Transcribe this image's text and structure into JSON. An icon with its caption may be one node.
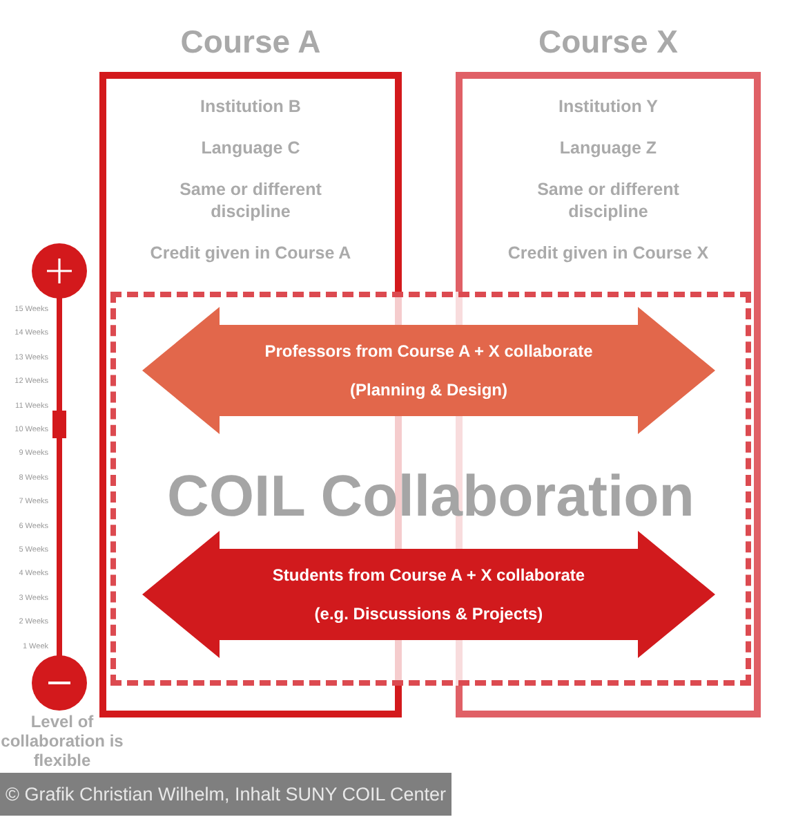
{
  "diagram": {
    "caption": "© Grafik Christian Wilhelm, Inhalt SUNY COIL Center",
    "nodes": [
      {
        "text": [
          "Course A",
          "Institution B",
          "Language C",
          "Same or different discipline",
          "Credit given in Course A"
        ]
      },
      {
        "text": [
          "Course X",
          "Institution Y",
          "Language Z",
          "Same or different discipline",
          "Credit given in Course X"
        ]
      },
      {
        "text": [
          "COIL Collaboration"
        ]
      }
    ],
    "edges": [
      {
        "from": 0,
        "to": 1,
        "arrow": "both",
        "label": "Professors from Course A + X collaborate (Planning & Design)",
        "style": "thick",
        "color": "#e2674b"
      },
      {
        "from": 0,
        "to": 1,
        "arrow": "both",
        "label": "Students from Course A + X collaborate (e.g. Discussions & Projects)",
        "style": "thick"
      }
    ],
    "labels": [
      "15 Weeks",
      "14 Weeks",
      "13 Weeks",
      "12 Weeks",
      "11 Weeks",
      "10 Weeks",
      "9 Weeks",
      "8 Weeks",
      "7 Weeks",
      "6 Weeks",
      "5 Weeks",
      "4 Weeks",
      "3 Weeks",
      "2 Weeks",
      "1 Week",
      "Level of collaboration is flexible"
    ]
  }
}
